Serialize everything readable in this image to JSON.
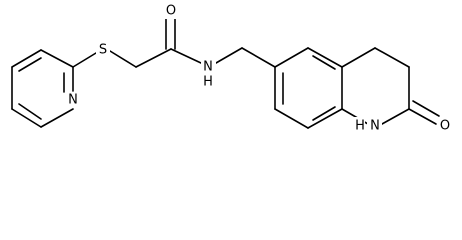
{
  "structure": {
    "atoms": {
      "sulfur": "S",
      "carbonyl_oxygen": "O",
      "amide_nitrogen": "N",
      "amide_hydrogen": "H",
      "pyridine_nitrogen": "N",
      "lactam_nitrogen": "N",
      "lactam_hydrogen": "H",
      "lactam_oxygen": "O"
    }
  }
}
